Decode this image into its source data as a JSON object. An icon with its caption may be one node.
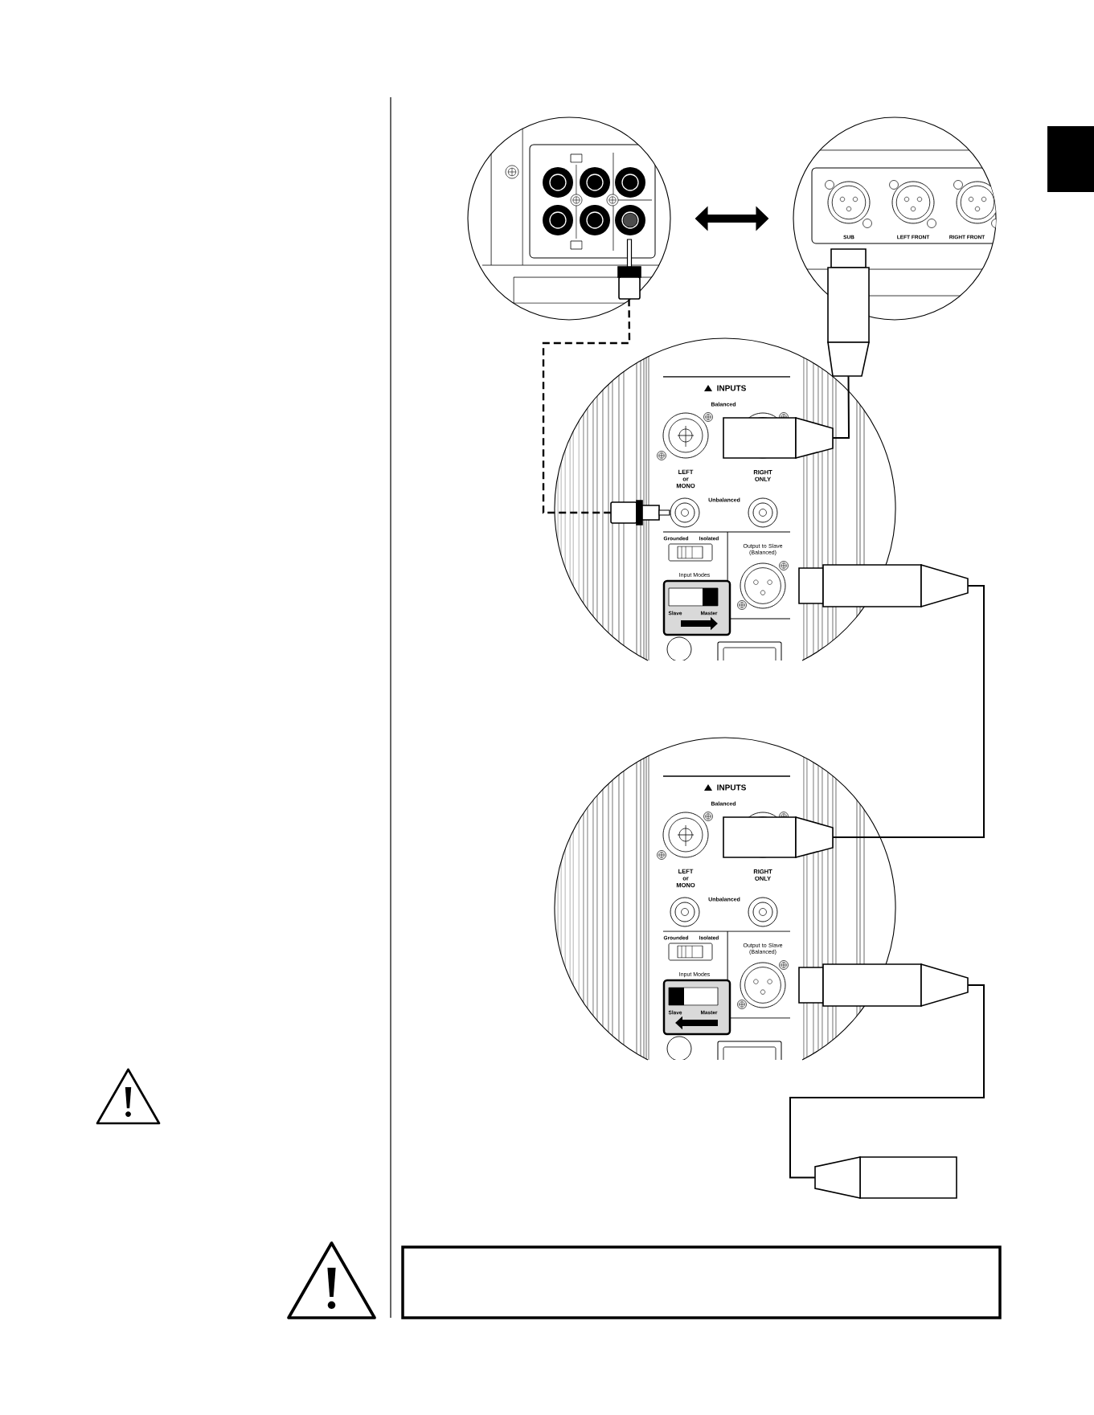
{
  "diagram": {
    "nodes": [
      {
        "text": [],
        "shape": "circle"
      },
      {
        "text": [],
        "shape": "plug",
        "in": 0
      },
      {
        "text": [
          "SUB",
          "LEFT FRONT",
          "RIGHT FRONT"
        ]
      },
      {
        "text": [],
        "shape": "plug"
      },
      {
        "text": [
          "INPUTS",
          "Balanced",
          "LEFT or MONO",
          "RIGHT ONLY",
          "Unbalanced",
          "Grounded",
          "Isolated",
          "Output to Slave (Balanced)",
          "Input Modes",
          "Slave",
          "Master"
        ]
      },
      {
        "text": [],
        "shape": "plug",
        "in": 4
      },
      {
        "text": [],
        "shape": "plug",
        "in": 4
      },
      {
        "text": [],
        "shape": "plug"
      },
      {
        "text": [
          "INPUTS",
          "Balanced",
          "LEFT or MONO",
          "RIGHT ONLY",
          "Unbalanced",
          "Grounded",
          "Isolated",
          "Output to Slave (Balanced)",
          "Input Modes",
          "Slave",
          "Master"
        ]
      },
      {
        "text": [],
        "shape": "plug",
        "in": 8
      },
      {
        "text": [],
        "shape": "plug"
      },
      {
        "text": [],
        "shape": "plug"
      },
      {
        "text": [],
        "shape": "box"
      }
    ],
    "edges": [
      {
        "from": 0,
        "to": 2,
        "arrow": "both",
        "style": "thick"
      },
      {
        "from": 1,
        "to": 5,
        "arrow": "none",
        "style": "dashed"
      },
      {
        "from": 3,
        "to": 6,
        "arrow": "none"
      },
      {
        "from": 7,
        "to": 9,
        "arrow": "none"
      },
      {
        "from": 10,
        "to": 11,
        "arrow": "none"
      }
    ]
  }
}
